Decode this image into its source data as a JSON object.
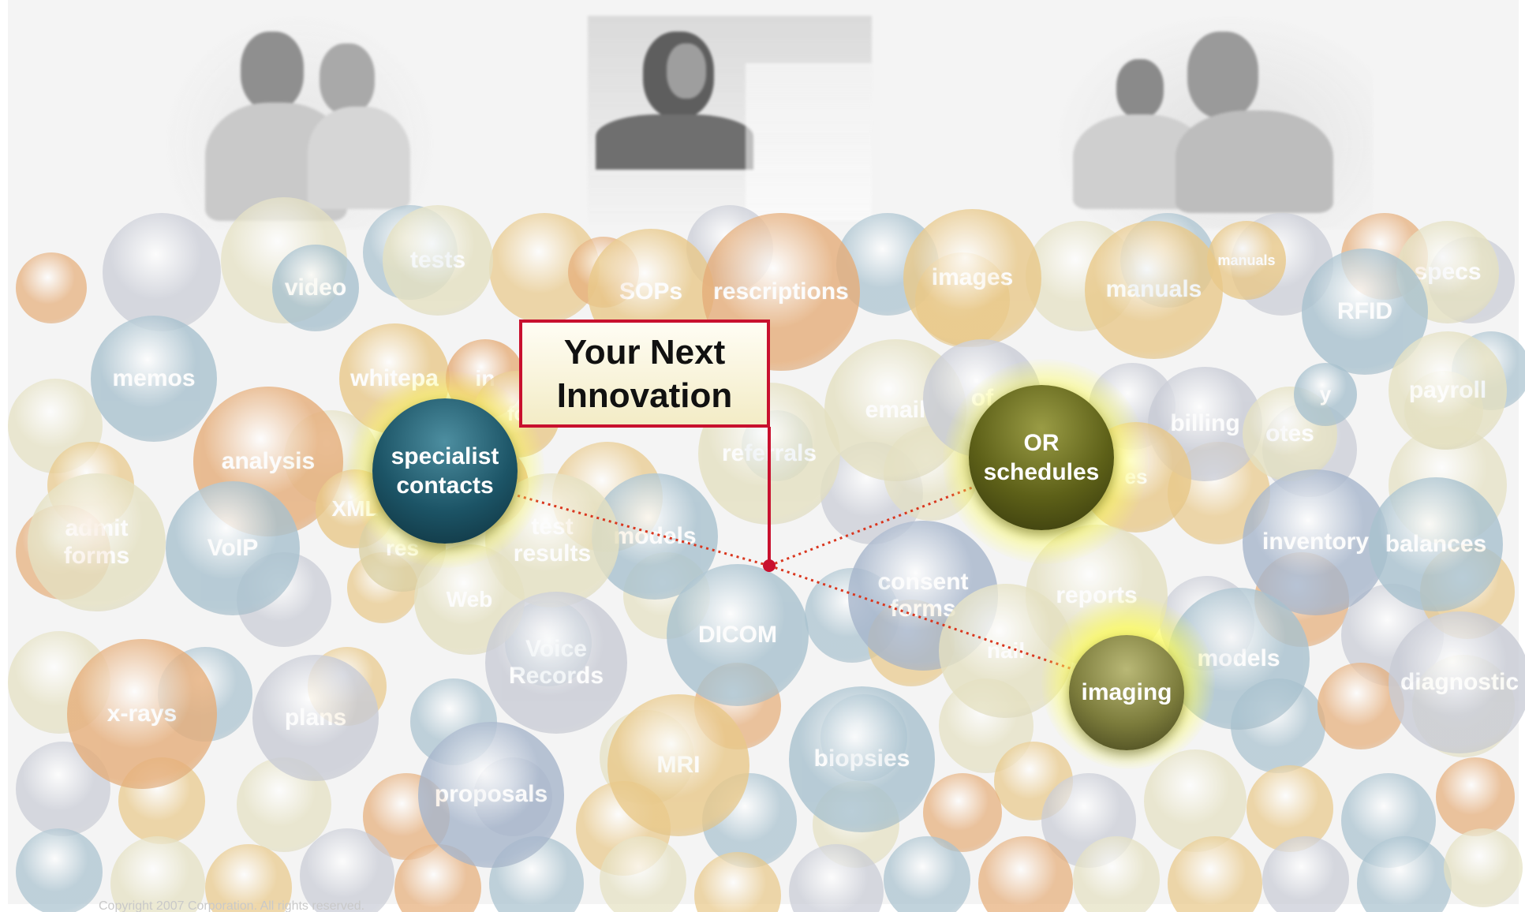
{
  "callout": {
    "title": "Your Next\nInnovation"
  },
  "highlight_bubbles": [
    {
      "id": "specialist-contacts",
      "label": "specialist\ncontacts",
      "color": "#1c5466"
    },
    {
      "id": "or-schedules",
      "label": "OR\nschedules",
      "color": "#5d6018"
    },
    {
      "id": "imaging",
      "label": "imaging",
      "color": "#7c7c3c"
    }
  ],
  "bubble_labels": [
    "video",
    "tests",
    "SOPs",
    "rescriptions",
    "images",
    "manuals",
    "manuals",
    "specs",
    "RFID",
    "memos",
    "whitepa",
    "in",
    "email",
    "of",
    "payroll",
    "billing",
    "otes",
    "analysis",
    "referrals",
    "es",
    "fo",
    "models",
    "XML",
    "inventory",
    "admit\nforms",
    "VoIP",
    "res",
    "test\nresults",
    "balances",
    "Web",
    "consent\nforms",
    "reports",
    "DICOM",
    "nail",
    "models",
    "Voice\nRecords",
    "diagnostic",
    "x-rays",
    "plans",
    "MRI",
    "biopsies",
    "proposals",
    "y"
  ],
  "footer": {
    "left": "Copyright 2007 Corporation. All rights reserved."
  },
  "colors": {
    "callout_border": "#c8102e",
    "connector": "#d9361e",
    "bubble_palette": [
      "#e9c98a",
      "#e6ae7a",
      "#a9c2cf",
      "#c9ccd6",
      "#e5e1c2",
      "#a7b6cc",
      "#dcd2a6"
    ]
  }
}
